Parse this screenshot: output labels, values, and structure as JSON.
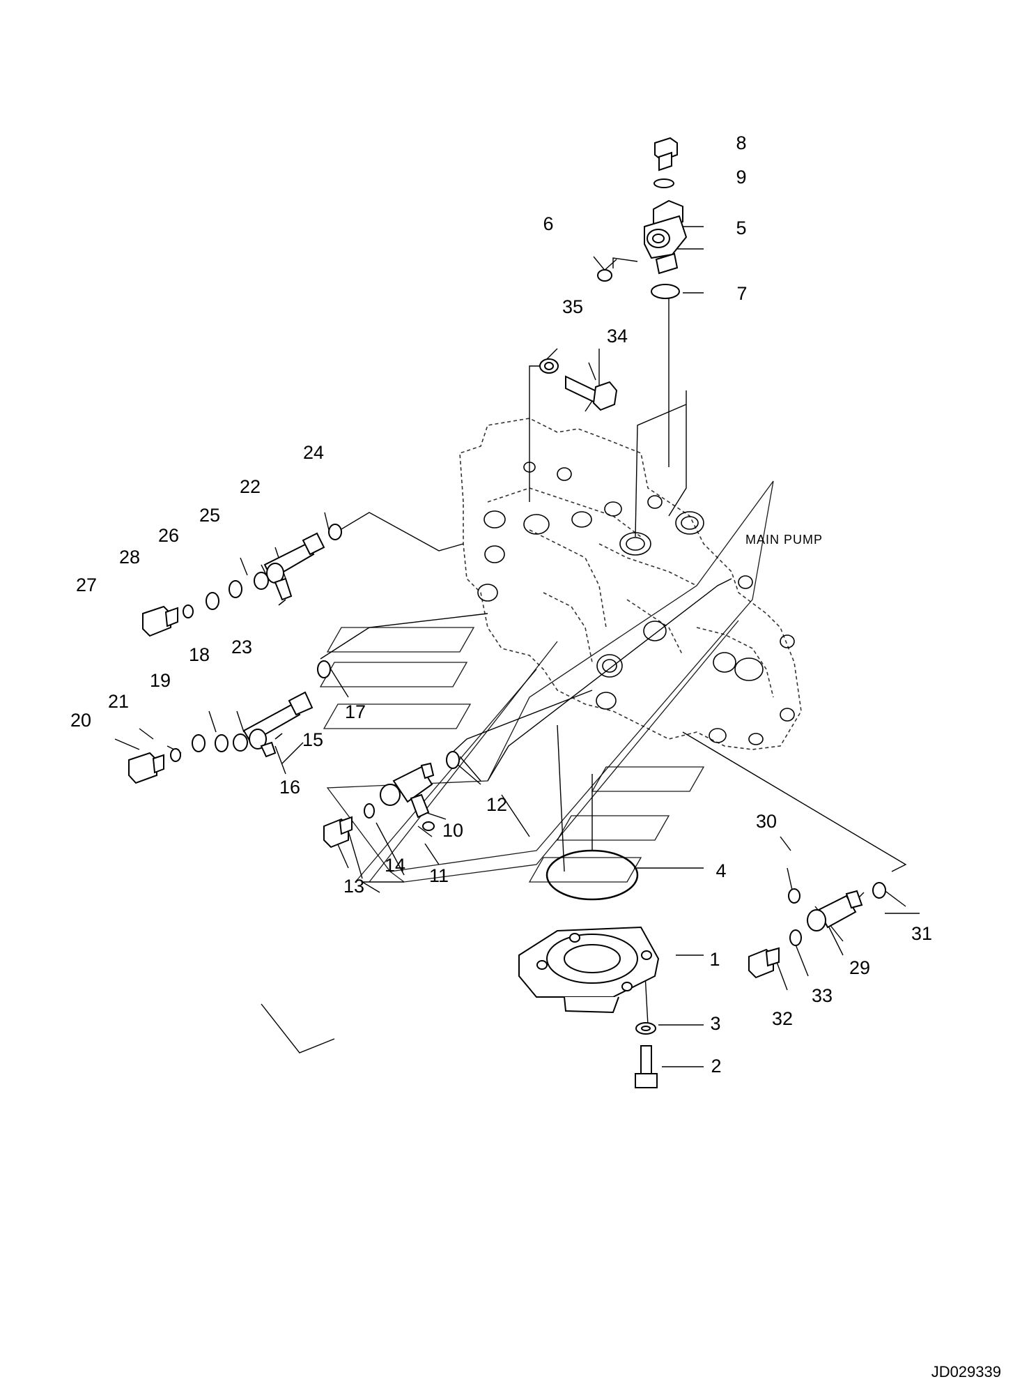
{
  "drawing": {
    "assembly_label": "MAIN PUMP",
    "drawing_id": "JD029339"
  },
  "callouts": [
    "1",
    "2",
    "3",
    "4",
    "5",
    "6",
    "7",
    "8",
    "9",
    "10",
    "11",
    "12",
    "13",
    "14",
    "15",
    "16",
    "17",
    "18",
    "19",
    "20",
    "21",
    "22",
    "23",
    "24",
    "25",
    "26",
    "27",
    "28",
    "29",
    "30",
    "31",
    "32",
    "33",
    "34",
    "35"
  ]
}
